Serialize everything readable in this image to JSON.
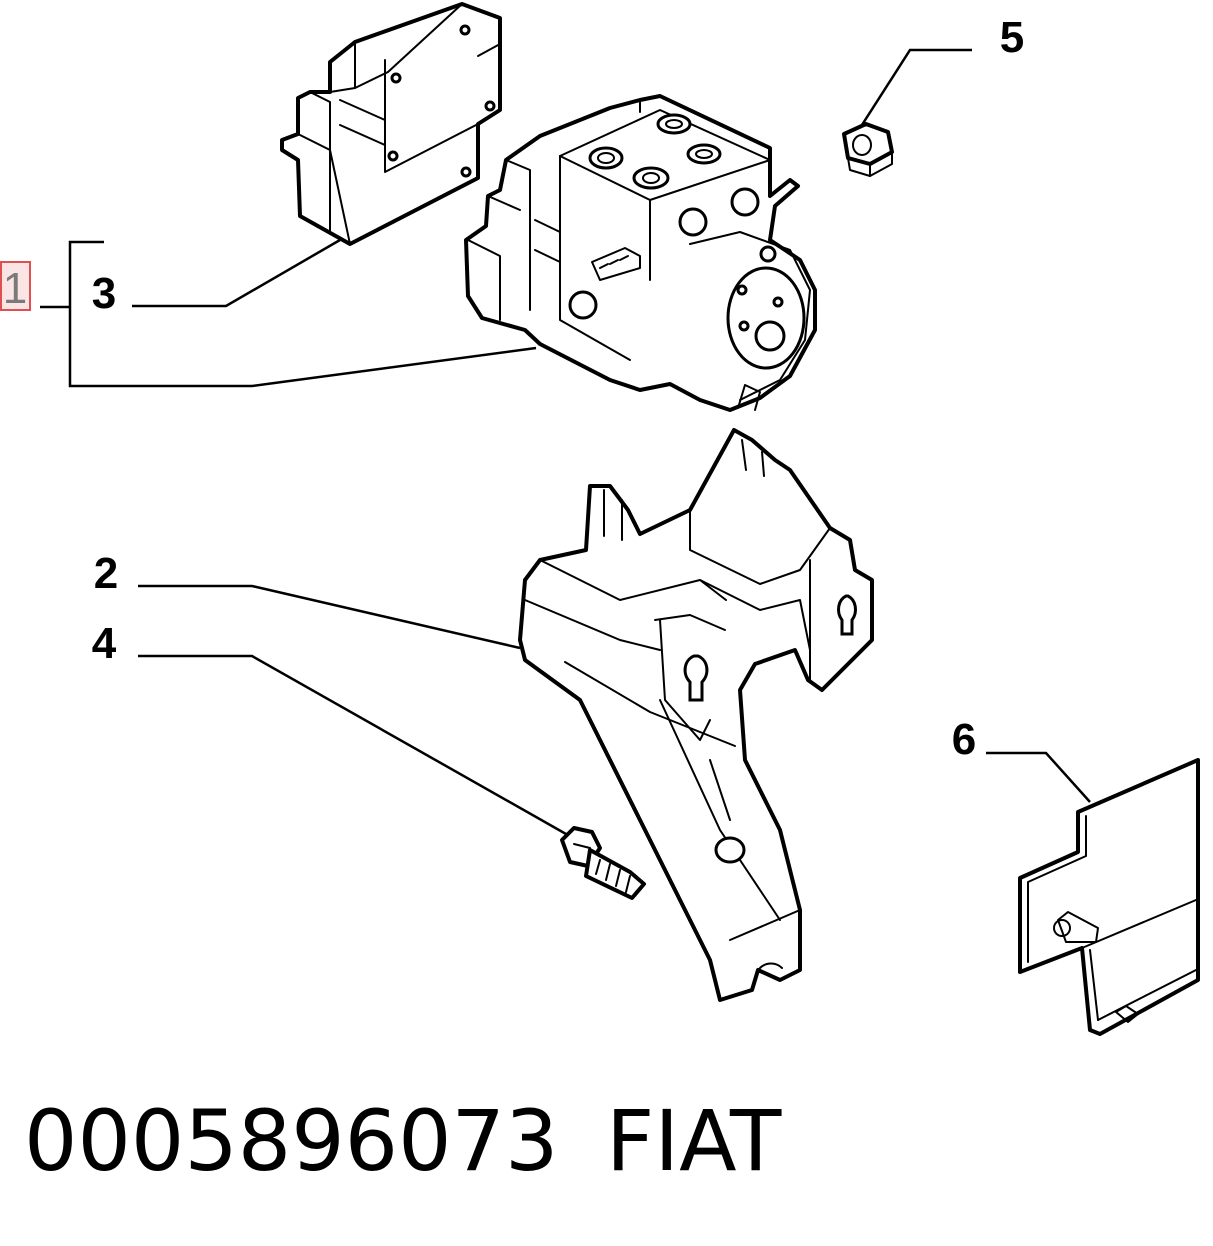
{
  "callouts": {
    "c1": "1",
    "c2": "2",
    "c3": "3",
    "c4": "4",
    "c5": "5",
    "c6": "6"
  },
  "footer": {
    "part_number": "0005896073",
    "brand": "FIAT"
  },
  "colors": {
    "highlight_border": "#e05050",
    "highlight_fill": "#fbe4e4"
  }
}
